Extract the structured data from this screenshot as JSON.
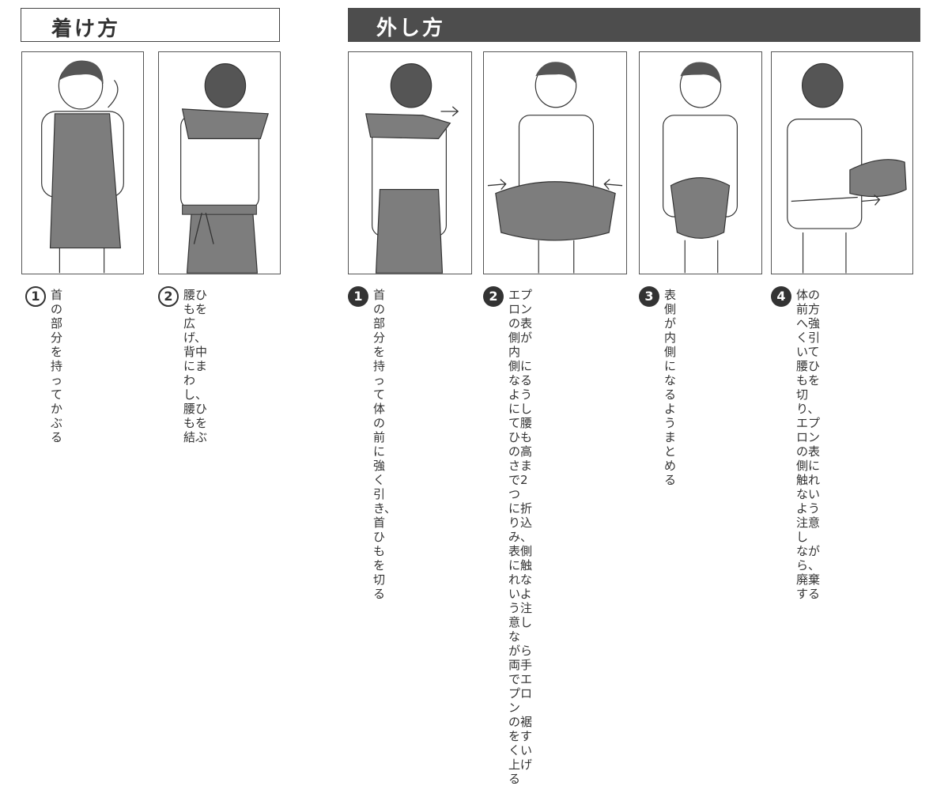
{
  "sections": {
    "put_on": {
      "title": "着け方"
    },
    "take_off": {
      "title": "外し方"
    }
  },
  "put_on_steps": [
    {
      "num": "1",
      "text": "首の部分を持っ\nてかぶる"
    },
    {
      "num": "2",
      "text": "腰ひもを広げ、\n背中にまわし、\n腰ひもを結ぶ"
    }
  ],
  "take_off_steps": [
    {
      "num": "1",
      "text": "首の部分を持って\n体の前に強く引き、\n首ひもを切る"
    },
    {
      "num": "2",
      "text": "エプロンの表側が内\n側になるようにして腰\nひもの高さまで2つ\nに折り込み、表側に触\nれないよう注意しな\nがら両手でエプロン\nの裾をすくい上げる"
    },
    {
      "num": "3",
      "text": "表側が内側にな\nるようまとめる"
    },
    {
      "num": "4",
      "text": "体の前方へ強く引\nいて腰ひもを切り、\nエプロンの表側に\n触れないよう注意し\nながら、廃棄する"
    }
  ]
}
